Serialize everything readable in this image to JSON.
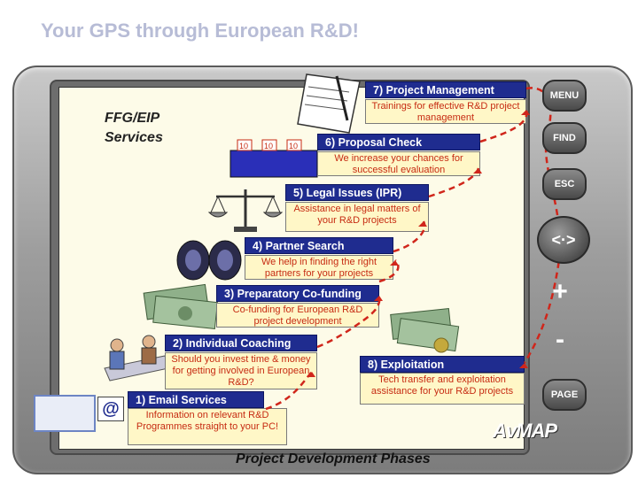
{
  "title": "Your GPS through European R&D!",
  "side_label_line1": "FFG/EIP",
  "side_label_line2": "Services",
  "footer_caption": "Project Development Phases",
  "logo_text": "AvMAP",
  "device_buttons": {
    "menu": "MENU",
    "find": "FIND",
    "esc": "ESC",
    "nav": "<·>",
    "plus": "+",
    "minus": "-",
    "page": "PAGE"
  },
  "steps": [
    {
      "id": "7",
      "title": "7) Project Management",
      "desc": "Trainings for effective R&D project management"
    },
    {
      "id": "6",
      "title": "6) Proposal Check",
      "desc": "We increase your chances for successful evaluation"
    },
    {
      "id": "5",
      "title": "5) Legal Issues (IPR)",
      "desc": "Assistance in legal  matters of your R&D projects"
    },
    {
      "id": "4",
      "title": "4) Partner Search",
      "desc": "We help in finding the right partners for your projects"
    },
    {
      "id": "3",
      "title": "3) Preparatory Co-funding",
      "desc": "Co-funding for European R&D project development"
    },
    {
      "id": "2",
      "title": "2) Individual Coaching",
      "desc": "Should you invest time & money for getting involved in European R&D?"
    },
    {
      "id": "1",
      "title": "1) Email Services",
      "desc": "Information on relevant R&D Programmes straight to your PC!"
    },
    {
      "id": "8",
      "title": "8) Exploitation",
      "desc": "Tech transfer and exploitation assistance for your R&D projects"
    }
  ],
  "colors": {
    "title_bar": "#1f2c8f",
    "desc_text": "#c62b12",
    "desc_bg": "#fff7c7",
    "arrow": "#d0261b",
    "screen_bg": "#fdfbe8"
  }
}
